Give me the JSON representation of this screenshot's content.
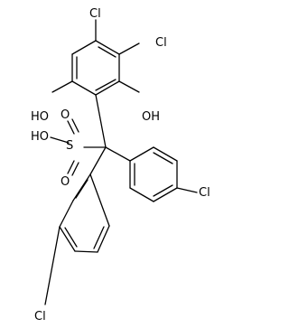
{
  "molecule": {
    "atom_labels": {
      "cl_top": "Cl",
      "cl_right": "Cl",
      "ho_left": "HO",
      "oh_right": "OH",
      "ho_sulfo": "HO",
      "s": "S",
      "o_upper": "O",
      "o_lower": "O",
      "cl_phenyl_right": "Cl",
      "cl_phenyl_bottom": "Cl"
    },
    "colors": {
      "bond": "#000000",
      "label": "#000000",
      "background": "#ffffff"
    }
  }
}
